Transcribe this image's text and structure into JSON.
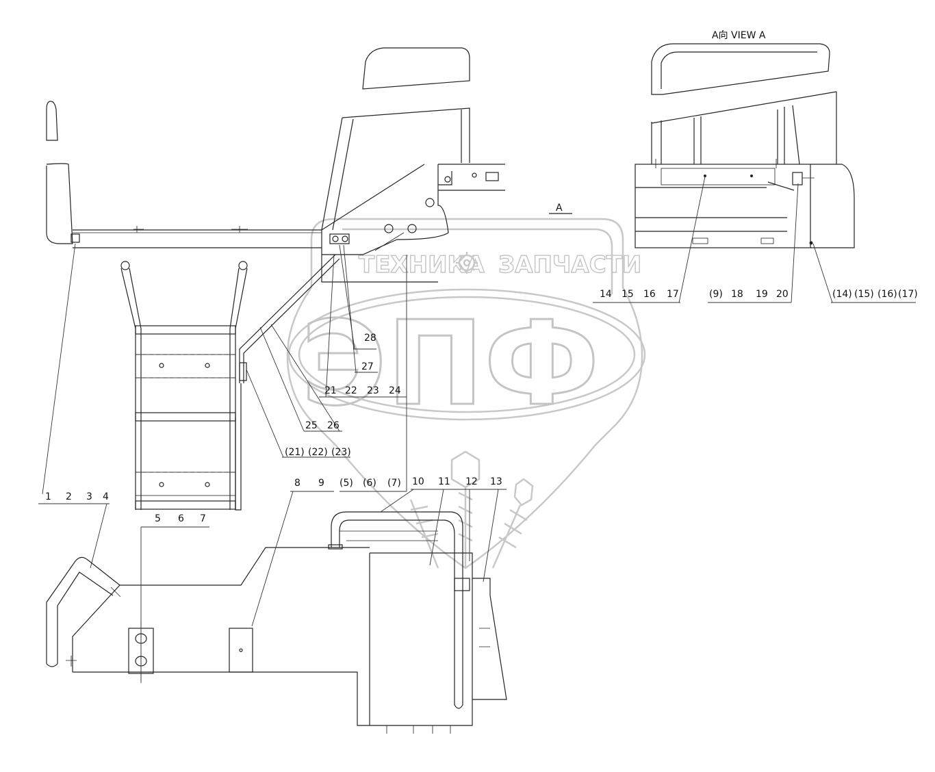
{
  "view": {
    "arrow_label": "A",
    "title": "A向  VIEW A"
  },
  "watermark": {
    "text_left": "ТЕХНИКА",
    "text_right": "ЗАПЧАСТИ",
    "logo": "ЭПФ"
  },
  "callouts": [
    {
      "id": "c1",
      "text": "1"
    },
    {
      "id": "c2",
      "text": "2"
    },
    {
      "id": "c3",
      "text": "3"
    },
    {
      "id": "c4",
      "text": "4"
    },
    {
      "id": "c5",
      "text": "5"
    },
    {
      "id": "c6",
      "text": "6"
    },
    {
      "id": "c7",
      "text": "7"
    },
    {
      "id": "c8",
      "text": "8"
    },
    {
      "id": "c9",
      "text": "9"
    },
    {
      "id": "c5p",
      "text": "(5)"
    },
    {
      "id": "c6p",
      "text": "(6)"
    },
    {
      "id": "c7p",
      "text": "(7)"
    },
    {
      "id": "c10",
      "text": "10"
    },
    {
      "id": "c11",
      "text": "11"
    },
    {
      "id": "c12",
      "text": "12"
    },
    {
      "id": "c13",
      "text": "13"
    },
    {
      "id": "c14",
      "text": "14"
    },
    {
      "id": "c15",
      "text": "15"
    },
    {
      "id": "c16",
      "text": "16"
    },
    {
      "id": "c17",
      "text": "17"
    },
    {
      "id": "c9p",
      "text": "(9)"
    },
    {
      "id": "c18",
      "text": "18"
    },
    {
      "id": "c19",
      "text": "19"
    },
    {
      "id": "c20",
      "text": "20"
    },
    {
      "id": "c14p",
      "text": "(14)"
    },
    {
      "id": "c15p",
      "text": "(15)"
    },
    {
      "id": "c16p",
      "text": "(16)"
    },
    {
      "id": "c17p",
      "text": "(17)"
    },
    {
      "id": "c21",
      "text": "21"
    },
    {
      "id": "c22",
      "text": "22"
    },
    {
      "id": "c23",
      "text": "23"
    },
    {
      "id": "c24",
      "text": "24"
    },
    {
      "id": "c25",
      "text": "25"
    },
    {
      "id": "c26",
      "text": "26"
    },
    {
      "id": "c27",
      "text": "27"
    },
    {
      "id": "c28",
      "text": "28"
    },
    {
      "id": "c21p",
      "text": "(21)"
    },
    {
      "id": "c22p",
      "text": "(22)"
    },
    {
      "id": "c23p",
      "text": "(23)"
    }
  ]
}
